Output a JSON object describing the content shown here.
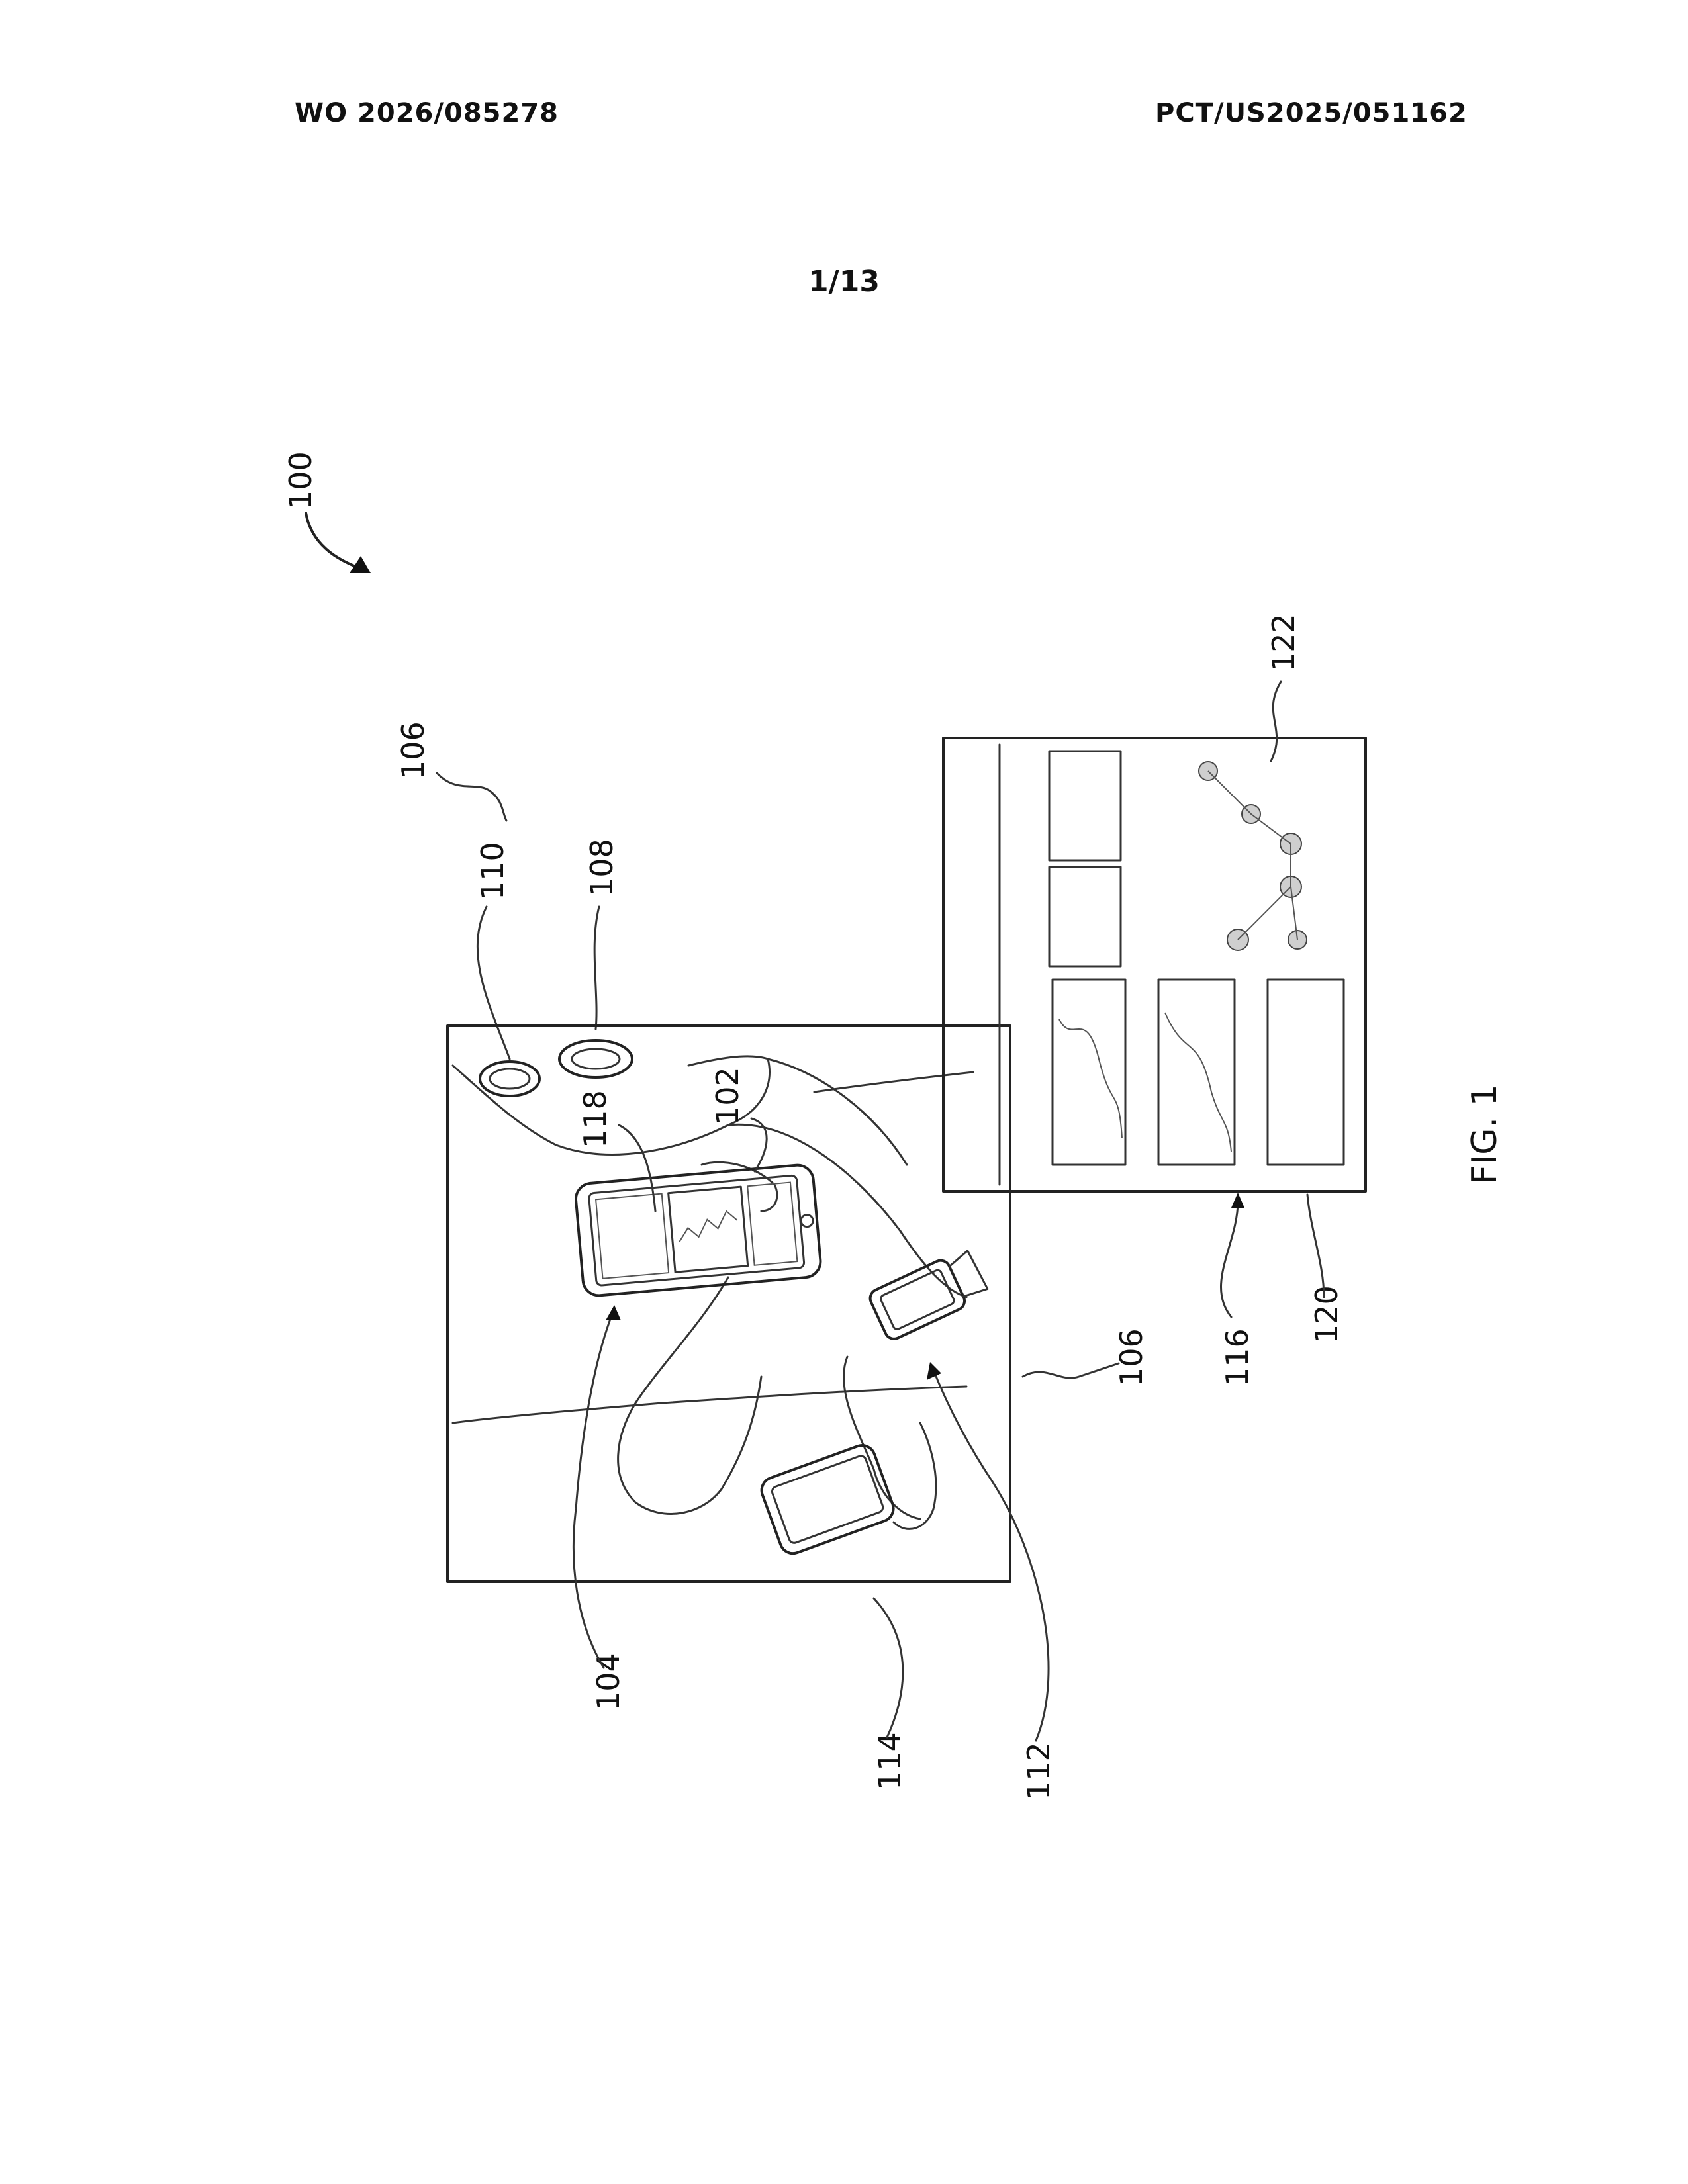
{
  "header": {
    "publication_number": "WO 2026/085278",
    "application_number": "PCT/US2025/051162"
  },
  "sheet": {
    "number": "1/13"
  },
  "figure": {
    "caption": "FIG. 1",
    "labels": {
      "system": "100",
      "user": "102",
      "mobile_device": "104",
      "sensor_system_top": "106",
      "sensor_system_right": "106",
      "sensor_108": "108",
      "sensor_110": "110",
      "wearable": "112",
      "handheld": "114",
      "arrow_116": "116",
      "app_screen": "118",
      "monitor": "120",
      "dashboard": "122"
    }
  }
}
